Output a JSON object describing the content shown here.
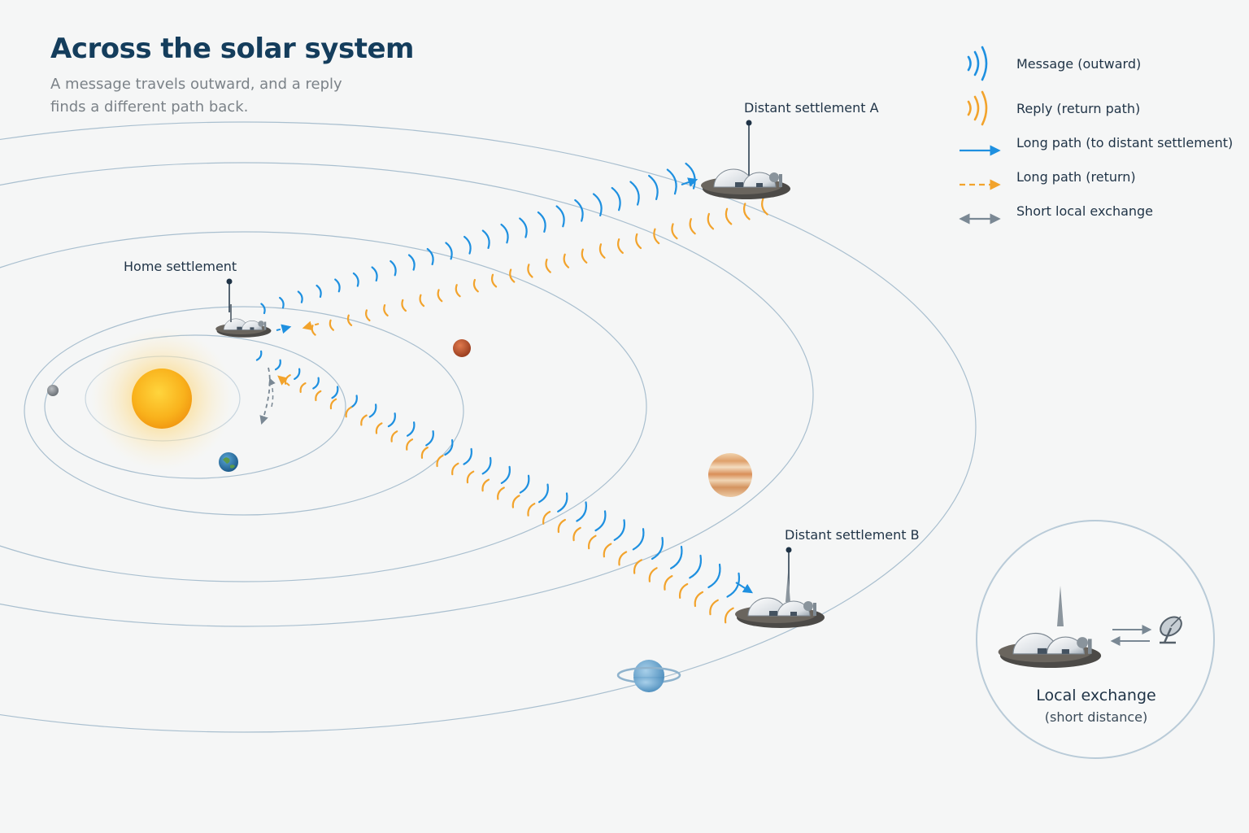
{
  "header": {
    "title": "Across the solar system",
    "subtitle": "A message travels outward, and a reply finds a different path back."
  },
  "labels": {
    "home": "Home settlement",
    "settlement_a": "Distant settlement A",
    "settlement_b": "Distant settlement B"
  },
  "legend": [
    {
      "icon": "message-waves-icon",
      "label": "Message (outward)",
      "color": "#1e90e0"
    },
    {
      "icon": "reply-waves-icon",
      "label": "Reply (return path)",
      "color": "#f2a32c"
    },
    {
      "icon": "solid-arrow-icon",
      "label": "Long path (to distant settlement)",
      "color": "#1e90e0"
    },
    {
      "icon": "dashed-arrow-icon",
      "label": "Long path (return)",
      "color": "#f2a32c"
    },
    {
      "icon": "double-arrow-icon",
      "label": "Short local exchange",
      "color": "#7a8894"
    }
  ],
  "inset": {
    "title": "Local exchange",
    "subtitle": "(short distance)"
  },
  "colors": {
    "message": "#1e90e0",
    "reply": "#f2a32c",
    "orbit": "#a9bfcf",
    "title": "#143d5c",
    "local": "#7a8894"
  }
}
